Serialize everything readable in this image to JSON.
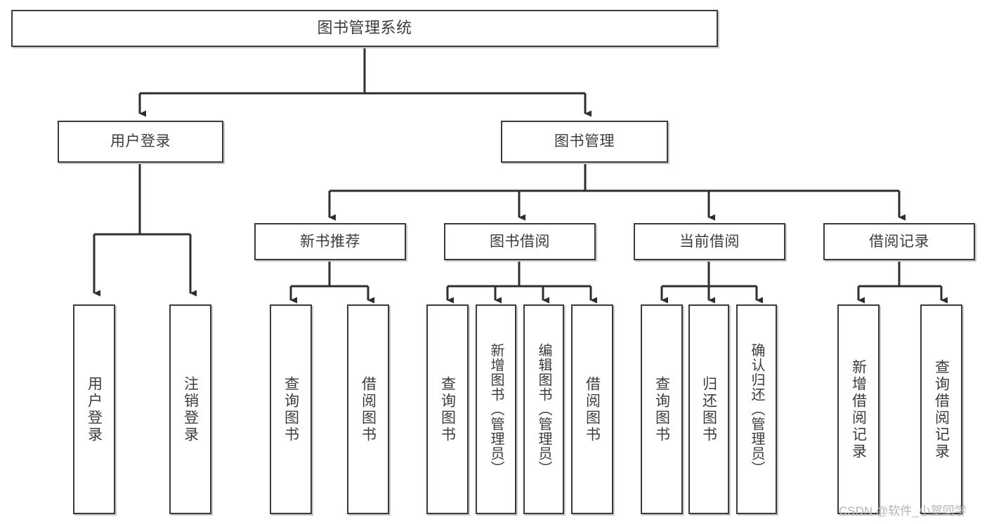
{
  "diagram": {
    "title": "图书管理系统",
    "root": {
      "label": "图书管理系统"
    },
    "level1": [
      {
        "label": "用户登录"
      },
      {
        "label": "图书管理"
      }
    ],
    "level2": [
      {
        "label": "新书推荐"
      },
      {
        "label": "图书借阅"
      },
      {
        "label": "当前借阅"
      },
      {
        "label": "借阅记录"
      }
    ],
    "leaves": {
      "user_login": [
        {
          "label": "用户登录"
        },
        {
          "label": "注销登录"
        }
      ],
      "new_book_recommend": [
        {
          "label": "查询图书"
        },
        {
          "label": "借阅图书"
        }
      ],
      "book_borrow": [
        {
          "label": "查询图书"
        },
        {
          "label": "新增图书（管理员）"
        },
        {
          "label": "编辑图书（管理员）"
        },
        {
          "label": "借阅图书"
        }
      ],
      "current_borrow": [
        {
          "label": "查询图书"
        },
        {
          "label": "归还图书"
        },
        {
          "label": "确认归还（管理员）"
        }
      ],
      "borrow_record": [
        {
          "label": "新增借阅记录"
        },
        {
          "label": "查询借阅记录"
        }
      ]
    }
  },
  "watermark": {
    "text": "CSDN @软件_小贺同学"
  },
  "colors": {
    "stroke": "#3a3a3a",
    "shadow": "#c9c9c9",
    "text": "#3c3c3c",
    "background": "#ffffff",
    "watermark": "#b4b4b4"
  }
}
